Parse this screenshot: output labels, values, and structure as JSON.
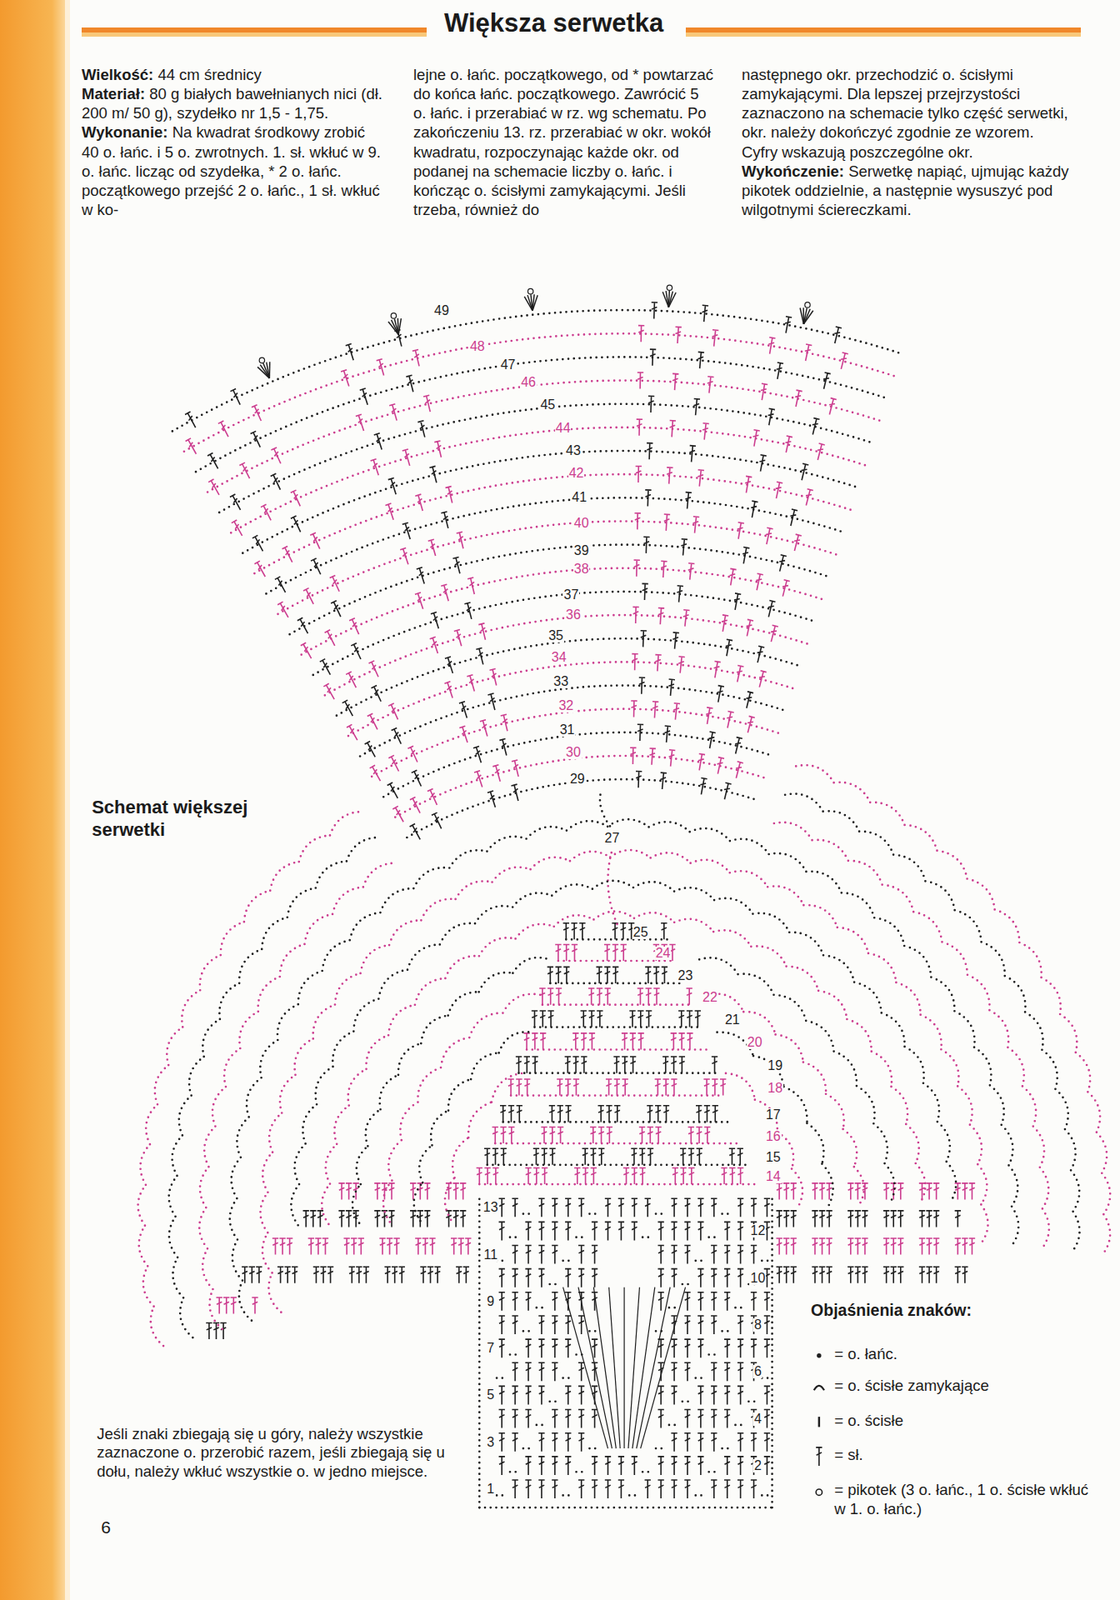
{
  "diagram": {
    "title": "Większa serwetka",
    "labels": [
      "Wielkość:",
      "44 cm średnicy",
      "Materiał:",
      "80 g białych bawełnianych nici (dł. 200 m/ 50 g), szydełko nr 1,5 - 1,75.",
      "Wykonanie:",
      "Na kwadrat środkowy zrobić 40 o. łańc. i 5 o. zwrotnych. 1. sł. wkłuć w 9. o. łańc. licząc od szydełka, * 2 o. łańc. początkowego przejść 2 o. łańc., 1 sł. wkłuć w ko-",
      "lejne o. łańc. początkowego, od * powtarzać do końca łańc. początkowego. Zawrócić 5 o. łańc. i przerabiać w rz. wg schematu. Po zakończeniu 13. rz. przerabiać w okr. wokół kwadratu, rozpoczynając każde okr. od podanej na schemacie liczby o. łańc. i kończąc o. ścisłymi zamykającymi. Jeśli trzeba, również do",
      "następnego okr. przechodzić o. ścisłymi zamykającymi. Dla lepszej przejrzystości zaznaczono na schemacie tylko część serwetki, okr. należy dokończyć zgodnie ze wzorem. Cyfry wskazują poszczególne okr.",
      "Wykończenie:",
      "Serwetkę napiąć, ujmując każdy pikotek oddzielnie, a następnie wysuszyć pod wilgotnymi ściereczkami.",
      "Schemat większej serwetki",
      "Objaśnienia znaków:",
      "Jeśli znaki zbiegają się u góry, należy wszystkie zaznaczone o. przerobić razem, jeśli zbiegają się u dołu, należy wkłuć wszystkie o. w jedno miejsce.",
      "6",
      "1",
      "2",
      "3",
      "4",
      "5",
      "6",
      "7",
      "8",
      "9",
      "10",
      "11",
      "12",
      "13",
      "14",
      "15",
      "16",
      "17",
      "18",
      "19",
      "20",
      "21",
      "22",
      "23",
      "24",
      "25",
      "27",
      "29",
      "30",
      "31",
      "32",
      "33",
      "34",
      "35",
      "36",
      "37",
      "38",
      "39",
      "40",
      "41",
      "42",
      "43",
      "44",
      "45",
      "46",
      "47",
      "48",
      "49"
    ],
    "legend": [
      {
        "text": "= o. łańc."
      },
      {
        "text": "= o. ścisłe zamykające"
      },
      {
        "text": "= o. ścisłe"
      },
      {
        "text": "= sł."
      },
      {
        "text": "= pikotek (3 o. łańc., 1 o. ścisłe wkłuć w 1. o. łańc.)"
      }
    ]
  }
}
